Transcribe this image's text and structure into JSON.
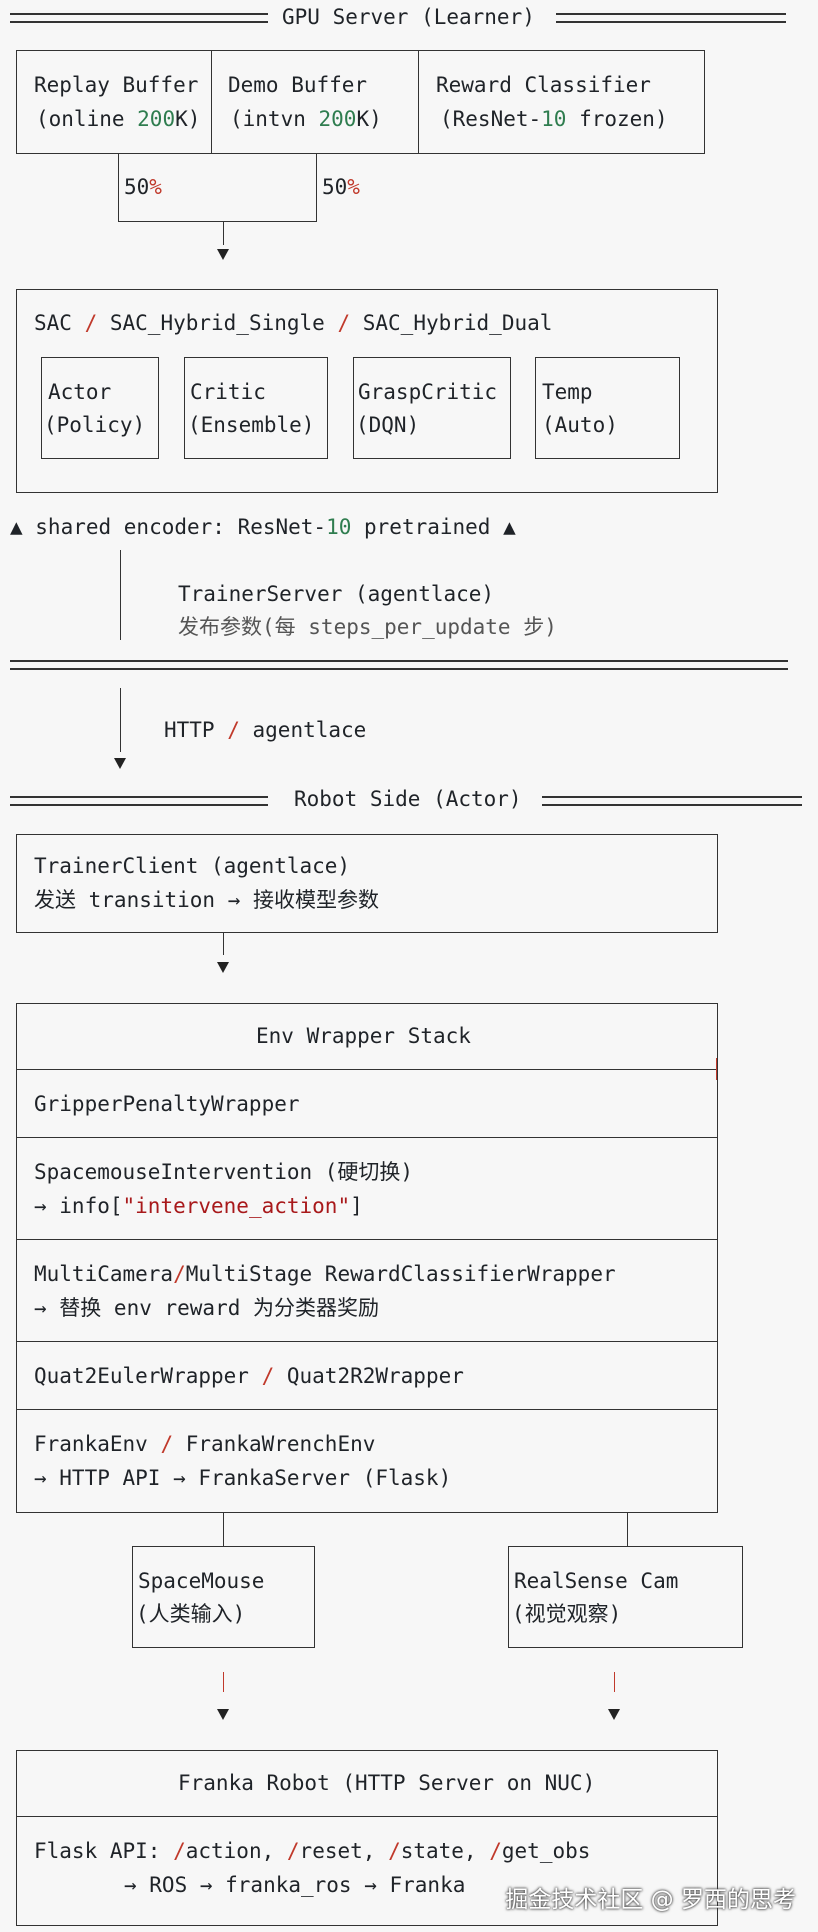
{
  "gpu": {
    "title": "GPU Server (Learner)",
    "replay_buffer": {
      "l1": "Replay Buffer",
      "l2a": "(online ",
      "l2b": "200",
      "l2c": "K)"
    },
    "demo_buffer": {
      "l1": "Demo Buffer",
      "l2a": "(intvn ",
      "l2b": "200",
      "l2c": "K)"
    },
    "reward_classifier": {
      "l1": "Reward Classifier",
      "l2a": "(ResNet-",
      "l2b": "10",
      "l2c": " frozen)"
    },
    "ratio_left": "50%",
    "ratio_right": "50%",
    "algo": {
      "a": "SAC",
      "sep1": " / ",
      "b": "SAC_Hybrid_Single",
      "sep2": " / ",
      "c": "SAC_Hybrid_Dual"
    },
    "modules": [
      {
        "l1": "Actor",
        "l2": "(Policy)"
      },
      {
        "l1": "Critic",
        "l2": "(Ensemble)"
      },
      {
        "l1": "GraspCritic",
        "l2": "(DQN)"
      },
      {
        "l1": "Temp",
        "l2": "(Auto)"
      }
    ],
    "encoder": {
      "a": "▲ shared encoder: ResNet-",
      "b": "10",
      "c": " pretrained ▲"
    },
    "trainer_server": {
      "l1": "TrainerServer (agentlace)",
      "l2": "发布参数(每 steps_per_update 步)"
    }
  },
  "link": {
    "a": "HTTP",
    "sep": " / ",
    "b": "agentlace"
  },
  "robot": {
    "title": "Robot Side (Actor)",
    "trainer_client": {
      "l1": "TrainerClient (agentlace)",
      "l2": "发送 transition → 接收模型参数"
    },
    "stack_title": "Env Wrapper Stack",
    "wrappers": [
      {
        "l1": "GripperPenaltyWrapper"
      },
      {
        "l1": "SpacemouseIntervention (硬切换)",
        "l2a": "→ info[",
        "l2b": "\"intervene_action\"",
        "l2c": "]"
      },
      {
        "l1a": "MultiCamera",
        "l1s": "/",
        "l1b": "MultiStage RewardClassifierWrapper",
        "l2": "→ 替换 env reward 为分类器奖励"
      },
      {
        "l1a": "Quat2EulerWrapper",
        "l1s": " / ",
        "l1b": "Quat2R2Wrapper"
      },
      {
        "l1a": "FrankaEnv",
        "l1s": " / ",
        "l1b": "FrankaWrenchEnv",
        "l2": "→ HTTP API → FrankaServer (Flask)"
      }
    ],
    "spacemouse": {
      "l1": "SpaceMouse",
      "l2": "(人类输入)"
    },
    "realsense": {
      "l1": "RealSense Cam",
      "l2": "(视觉观察)"
    },
    "franka": {
      "title": "Franka Robot (HTTP Server on NUC)",
      "api": {
        "a": "Flask API: ",
        "b": "/",
        "c": "action, ",
        "d": "/",
        "e": "reset, ",
        "f": "/",
        "g": "state, ",
        "h": "/",
        "i": "get_obs"
      },
      "chain": "→ ROS → franka_ros → Franka"
    }
  },
  "watermark": "掘金技术社区 @ 罗西的思考",
  "colors": {
    "accent_red": "#c0392b",
    "accent_green": "#2f7d4f"
  }
}
